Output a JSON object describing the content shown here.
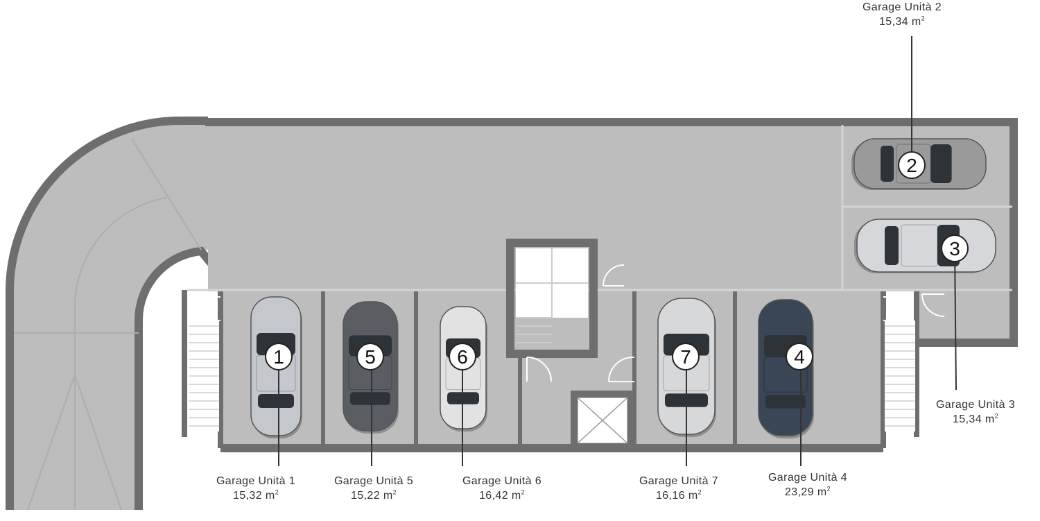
{
  "colors": {
    "floor": "#bdbdbd",
    "wall": "#6e6e6e",
    "line": "#333333",
    "marker_fill": "#ffffff",
    "marker_stroke": "#222222"
  },
  "icons": [
    "car-icon",
    "stairs-icon",
    "elevator-icon",
    "door-swing-icon"
  ],
  "units": [
    {
      "id": "1",
      "name": "Garage Unità 1",
      "area": "15,32",
      "unit": "m",
      "unit_exp": "2",
      "car_color": "#c4c8cd"
    },
    {
      "id": "2",
      "name": "Garage Unità 2",
      "area": "15,34",
      "unit": "m",
      "unit_exp": "2",
      "car_color": "#9a9a9a"
    },
    {
      "id": "3",
      "name": "Garage Unità 3",
      "area": "15,34",
      "unit": "m",
      "unit_exp": "2",
      "car_color": "#d5d7da"
    },
    {
      "id": "4",
      "name": "Garage Unità 4",
      "area": "23,29",
      "unit": "m",
      "unit_exp": "2",
      "car_color": "#3a4555"
    },
    {
      "id": "5",
      "name": "Garage Unità 5",
      "area": "15,22",
      "unit": "m",
      "unit_exp": "2",
      "car_color": "#5a5e63"
    },
    {
      "id": "6",
      "name": "Garage Unità 6",
      "area": "16,42",
      "unit": "m",
      "unit_exp": "2",
      "car_color": "#e2e2e2"
    },
    {
      "id": "7",
      "name": "Garage Unità 7",
      "area": "16,16",
      "unit": "m",
      "unit_exp": "2",
      "car_color": "#d6d8da"
    }
  ]
}
